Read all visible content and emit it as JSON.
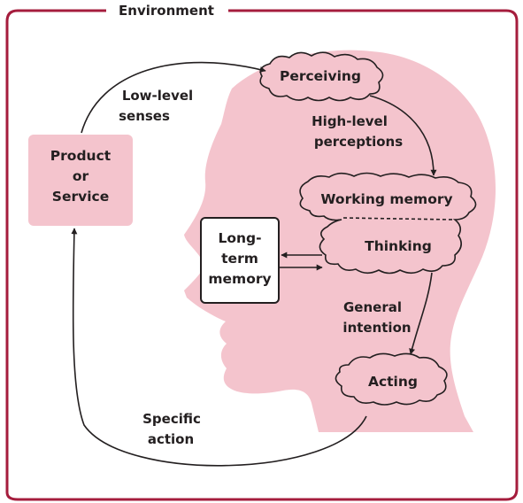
{
  "frame": {
    "title": "Environment"
  },
  "colors": {
    "frame": "#a51d3d",
    "head": "#f4c4cd",
    "stroke": "#231f20",
    "text": "#231f20"
  },
  "nodes": {
    "product": [
      "Product",
      "or",
      "Service"
    ],
    "perceiving": "Perceiving",
    "working_memory": "Working memory",
    "thinking": "Thinking",
    "long_term": [
      "Long-",
      "term",
      "memory"
    ],
    "acting": "Acting"
  },
  "edges": {
    "low_level": [
      "Low-level",
      "senses"
    ],
    "high_level": [
      "High-level",
      "perceptions"
    ],
    "general": [
      "General",
      "intention"
    ],
    "specific": [
      "Specific",
      "action"
    ]
  }
}
